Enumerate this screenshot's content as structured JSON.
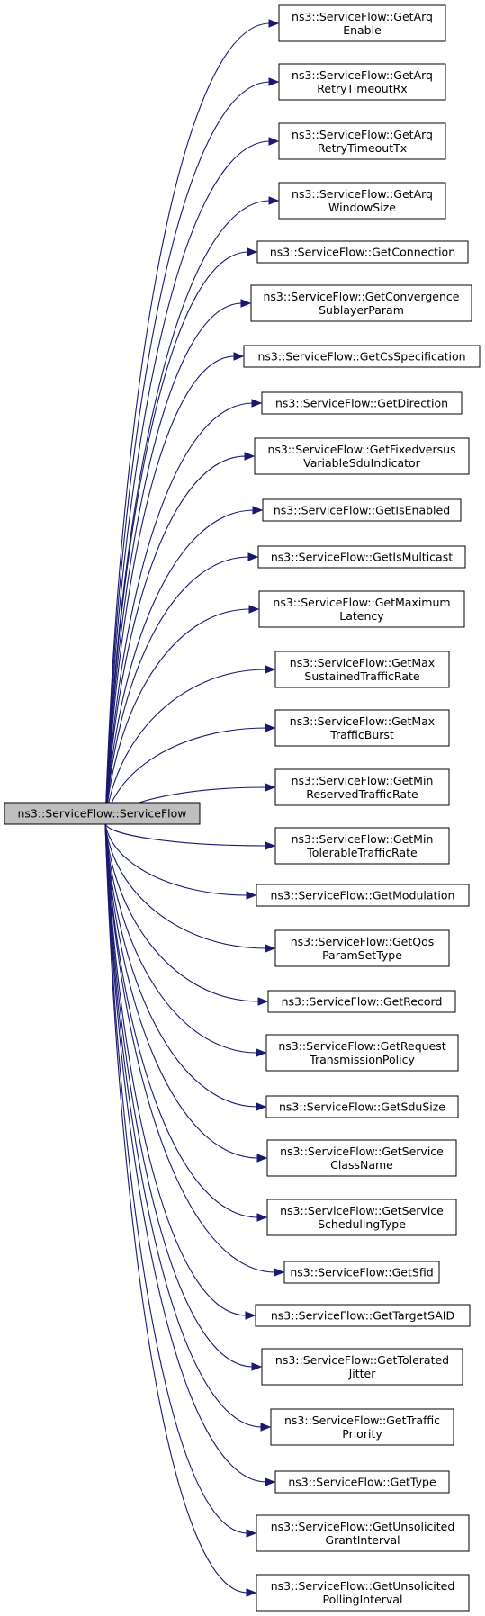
{
  "root": {
    "label": "ns3::ServiceFlow::ServiceFlow"
  },
  "callees": [
    {
      "lines": [
        "ns3::ServiceFlow::GetArq",
        "Enable"
      ]
    },
    {
      "lines": [
        "ns3::ServiceFlow::GetArq",
        "RetryTimeoutRx"
      ]
    },
    {
      "lines": [
        "ns3::ServiceFlow::GetArq",
        "RetryTimeoutTx"
      ]
    },
    {
      "lines": [
        "ns3::ServiceFlow::GetArq",
        "WindowSize"
      ]
    },
    {
      "lines": [
        "ns3::ServiceFlow::GetConnection"
      ]
    },
    {
      "lines": [
        "ns3::ServiceFlow::GetConvergence",
        "SublayerParam"
      ]
    },
    {
      "lines": [
        "ns3::ServiceFlow::GetCsSpecification"
      ]
    },
    {
      "lines": [
        "ns3::ServiceFlow::GetDirection"
      ]
    },
    {
      "lines": [
        "ns3::ServiceFlow::GetFixedversus",
        "VariableSduIndicator"
      ]
    },
    {
      "lines": [
        "ns3::ServiceFlow::GetIsEnabled"
      ]
    },
    {
      "lines": [
        "ns3::ServiceFlow::GetIsMulticast"
      ]
    },
    {
      "lines": [
        "ns3::ServiceFlow::GetMaximum",
        "Latency"
      ]
    },
    {
      "lines": [
        "ns3::ServiceFlow::GetMax",
        "SustainedTrafficRate"
      ]
    },
    {
      "lines": [
        "ns3::ServiceFlow::GetMax",
        "TrafficBurst"
      ]
    },
    {
      "lines": [
        "ns3::ServiceFlow::GetMin",
        "ReservedTrafficRate"
      ]
    },
    {
      "lines": [
        "ns3::ServiceFlow::GetMin",
        "TolerableTrafficRate"
      ]
    },
    {
      "lines": [
        "ns3::ServiceFlow::GetModulation"
      ]
    },
    {
      "lines": [
        "ns3::ServiceFlow::GetQos",
        "ParamSetType"
      ]
    },
    {
      "lines": [
        "ns3::ServiceFlow::GetRecord"
      ]
    },
    {
      "lines": [
        "ns3::ServiceFlow::GetRequest",
        "TransmissionPolicy"
      ]
    },
    {
      "lines": [
        "ns3::ServiceFlow::GetSduSize"
      ]
    },
    {
      "lines": [
        "ns3::ServiceFlow::GetService",
        "ClassName"
      ]
    },
    {
      "lines": [
        "ns3::ServiceFlow::GetService",
        "SchedulingType"
      ]
    },
    {
      "lines": [
        "ns3::ServiceFlow::GetSfid"
      ]
    },
    {
      "lines": [
        "ns3::ServiceFlow::GetTargetSAID"
      ]
    },
    {
      "lines": [
        "ns3::ServiceFlow::GetTolerated",
        "Jitter"
      ]
    },
    {
      "lines": [
        "ns3::ServiceFlow::GetTraffic",
        "Priority"
      ]
    },
    {
      "lines": [
        "ns3::ServiceFlow::GetType"
      ]
    },
    {
      "lines": [
        "ns3::ServiceFlow::GetUnsolicited",
        "GrantInterval"
      ]
    },
    {
      "lines": [
        "ns3::ServiceFlow::GetUnsolicited",
        "PollingInterval"
      ]
    }
  ],
  "colors": {
    "edge": "#191970",
    "root_fill": "#bfbfbf",
    "node_fill": "#ffffff",
    "border": "#000000"
  }
}
